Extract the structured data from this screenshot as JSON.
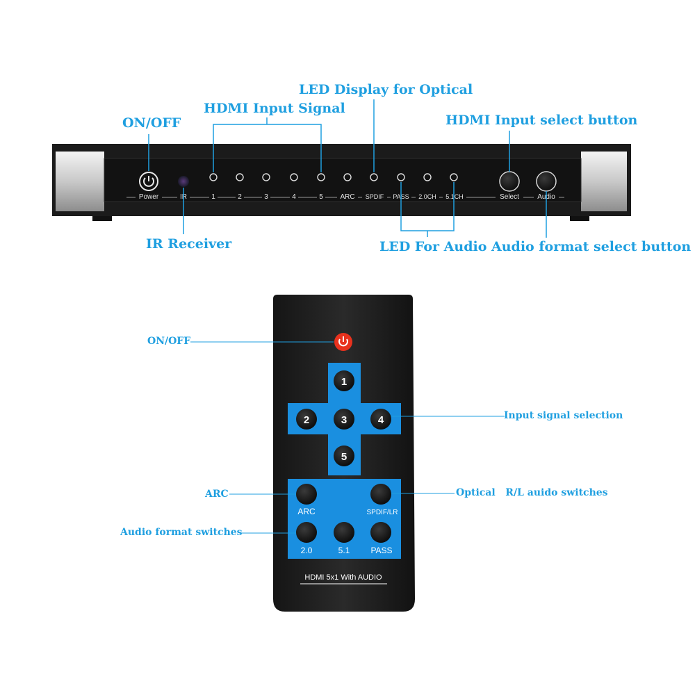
{
  "switcher": {
    "callouts": {
      "on_off": "ON/OFF",
      "hdmi_input_signal": "HDMI Input Signal",
      "led_display_optical": "LED Display for Optical",
      "hdmi_input_select": "HDMI Input select button",
      "ir_receiver": "IR Receiver",
      "led_for_audio": "LED For Audio",
      "audio_format_select": "Audio format select button"
    },
    "panel_labels": {
      "power": "Power",
      "ir": "IR",
      "in1": "1",
      "in2": "2",
      "in3": "3",
      "in4": "4",
      "in5": "5",
      "arc": "ARC",
      "spdif": "SPDIF",
      "pass": "PASS",
      "ch20": "2.0CH",
      "ch51": "5.1CH",
      "select": "Select",
      "audio": "Audio"
    }
  },
  "remote": {
    "callouts": {
      "on_off": "ON/OFF",
      "input_signal_selection": "Input signal selection",
      "arc": "ARC",
      "optical_rl": "Optical   R/L auido switches",
      "audio_format_switches": "Audio format switches"
    },
    "buttons": {
      "b1": "1",
      "b2": "2",
      "b3": "3",
      "b4": "4",
      "b5": "5",
      "arc": "ARC",
      "spdif_lr": "SPDIF/LR",
      "ch20": "2.0",
      "ch51": "5.1",
      "pass": "PASS"
    },
    "model_label": "HDMI 5x1 With AUDIO"
  },
  "colors": {
    "callout": "#1f9fe0",
    "remote_blue": "#1a8fe0",
    "power_red": "#e8321e"
  }
}
